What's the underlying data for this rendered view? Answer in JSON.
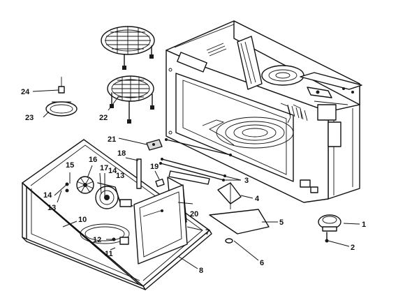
{
  "callouts": [
    {
      "id": "c1",
      "label": "1"
    },
    {
      "id": "c2",
      "label": "2"
    },
    {
      "id": "c3",
      "label": "3"
    },
    {
      "id": "c4",
      "label": "4"
    },
    {
      "id": "c5",
      "label": "5"
    },
    {
      "id": "c6",
      "label": "6"
    },
    {
      "id": "c7",
      "label": "7"
    },
    {
      "id": "c8",
      "label": "8"
    },
    {
      "id": "c10",
      "label": "10"
    },
    {
      "id": "c11",
      "label": "11"
    },
    {
      "id": "c12",
      "label": "12"
    },
    {
      "id": "c13a",
      "label": "13"
    },
    {
      "id": "c13b",
      "label": "13"
    },
    {
      "id": "c14a",
      "label": "14"
    },
    {
      "id": "c14b",
      "label": "14"
    },
    {
      "id": "c15",
      "label": "15"
    },
    {
      "id": "c16",
      "label": "16"
    },
    {
      "id": "c17",
      "label": "17"
    },
    {
      "id": "c18",
      "label": "18"
    },
    {
      "id": "c19",
      "label": "19"
    },
    {
      "id": "c20",
      "label": "20"
    },
    {
      "id": "c21",
      "label": "21"
    },
    {
      "id": "c22",
      "label": "22"
    },
    {
      "id": "c23",
      "label": "23"
    },
    {
      "id": "c24",
      "label": "24"
    }
  ]
}
